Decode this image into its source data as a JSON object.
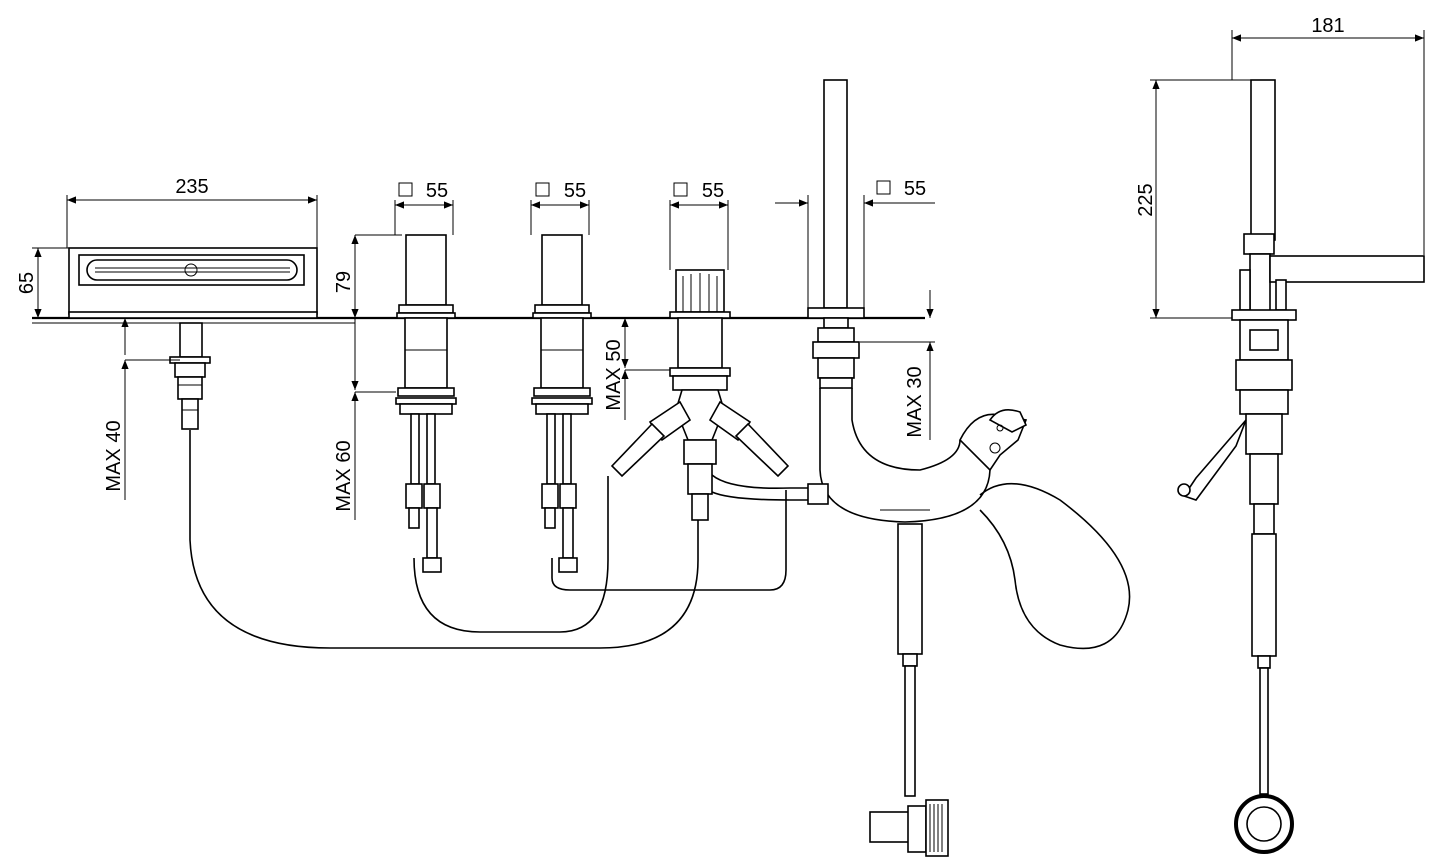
{
  "diagram": {
    "background": "#ffffff",
    "line_color": "#000000",
    "dimensions": {
      "spout_width": "235",
      "spout_height": "65",
      "valve_height": "79",
      "max_40": "MAX  40",
      "max_60": "MAX 60",
      "max_50": "MAX 50",
      "max_30": "MAX 30",
      "handle_1_square": "55",
      "handle_2_square": "55",
      "diverter_square": "55",
      "shower_holder_square": "55",
      "side_depth": "181",
      "side_height": "225"
    }
  }
}
